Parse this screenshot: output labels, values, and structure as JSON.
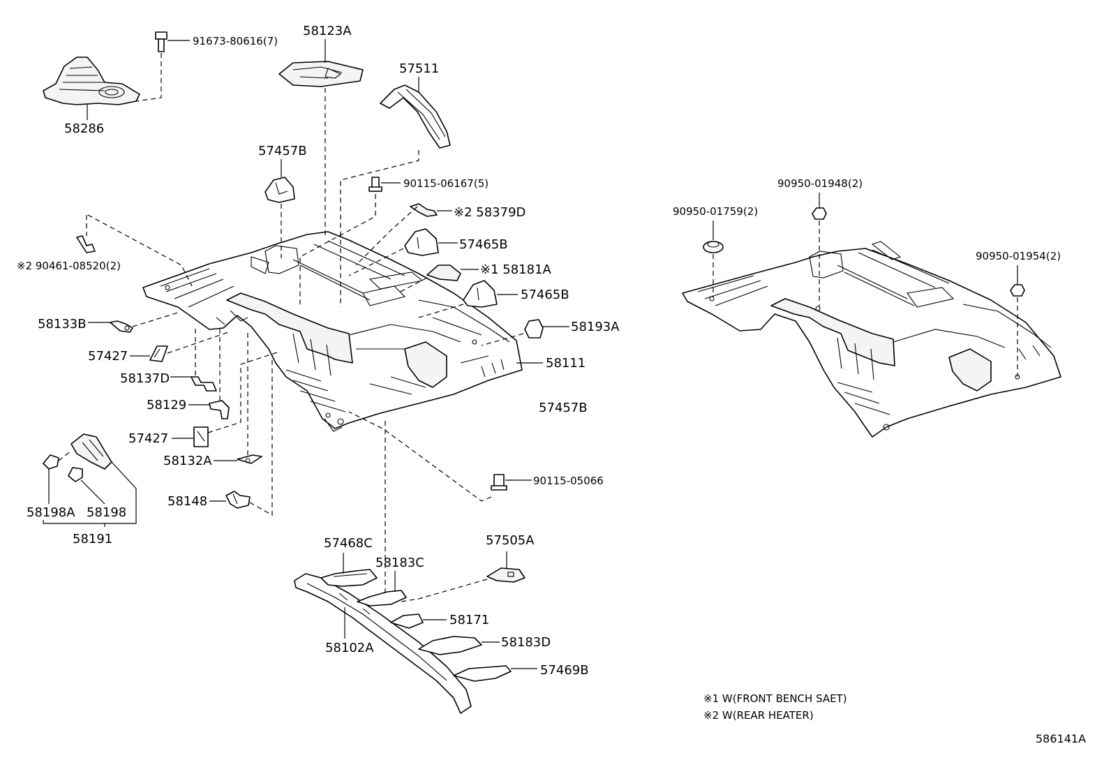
{
  "labels": {
    "l91673": "91673-80616(7)",
    "l58123A": "58123A",
    "l57511": "57511",
    "l58286": "58286",
    "l57457B_top": "57457B",
    "l90115_06167": "90115-06167(5)",
    "l58379D": "※2 58379D",
    "l90461": "※2 90461-08520(2)",
    "l57465B_a": "57465B",
    "l58181A": "※1 58181A",
    "l57465B_b": "57465B",
    "l58133B": "58133B",
    "l58193A": "58193A",
    "l57427_a": "57427",
    "l58111": "58111",
    "l58137D": "58137D",
    "l58129": "58129",
    "l57457B_bot": "57457B",
    "l57427_b": "57427",
    "l58132A": "58132A",
    "l90115_05066": "90115-05066",
    "l58148": "58148",
    "l58198A": "58198A",
    "l58198": "58198",
    "l58191": "58191",
    "l57468C": "57468C",
    "l57505A": "57505A",
    "l58183C": "58183C",
    "l58171": "58171",
    "l58102A": "58102A",
    "l58183D": "58183D",
    "l57469B": "57469B",
    "l90950_01948": "90950-01948(2)",
    "l90950_01759": "90950-01759(2)",
    "l90950_01954": "90950-01954(2)"
  },
  "notes": {
    "n1": "※1 W(FRONT BENCH SAET)",
    "n2": "※2 W(REAR HEATER)"
  },
  "figure_id": "586141A"
}
